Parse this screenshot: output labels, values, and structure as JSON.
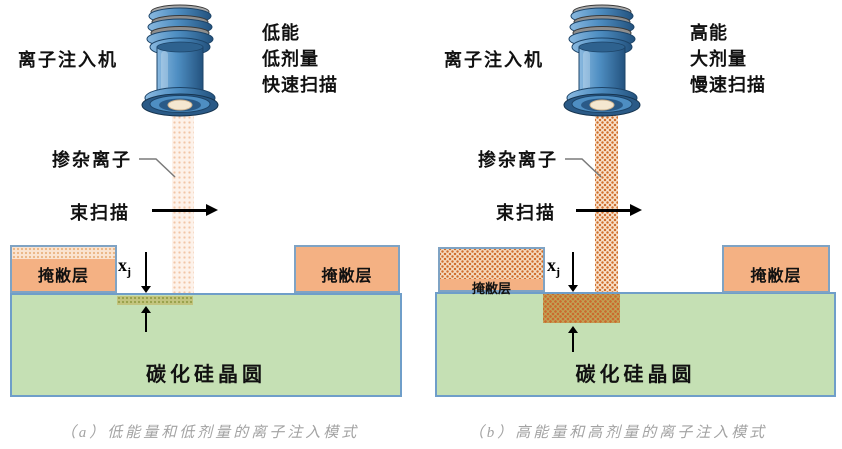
{
  "diagram_title": "ion-implantation-modes-into-SiC-wafer",
  "panels": [
    {
      "id": "a",
      "implanter_label": "离子注入机",
      "mode_lines": [
        "低能",
        "低剂量",
        "快速扫描"
      ],
      "dopant_label": "掺杂离子",
      "scan_label": "束扫描",
      "mask_label_left": "掩敝层",
      "mask_label_right": "掩敝层",
      "xj_main": "x",
      "xj_sub": "j",
      "wafer_label": "碳化硅晶圆",
      "caption": "（a）低能量和低剂量的离子注入模式"
    },
    {
      "id": "b",
      "implanter_label": "离子注入机",
      "mode_lines": [
        "高能",
        "大剂量",
        "慢速扫描"
      ],
      "dopant_label": "掺杂离子",
      "scan_label": "束扫描",
      "mask_label_left": "掩敝层",
      "mask_label_right": "掩敝层",
      "xj_main": "x",
      "xj_sub": "j",
      "wafer_label": "碳化硅晶圆",
      "caption": "（b）高能量和高剂量的离子注入模式"
    }
  ],
  "colors": {
    "wafer_green": "#c5e0b4",
    "mask_orange": "#f4b183",
    "border_blue": "#6f9ec9",
    "beam_light_base": "#fdf2ea",
    "beam_dense_dot": "#d0702f",
    "implant_shallow": "#c3c47e",
    "implant_deep": "#bfa457",
    "injector_blue": "#4e8ec2",
    "caption_gray": "#a3a3a3",
    "arrow_black": "#000000"
  }
}
